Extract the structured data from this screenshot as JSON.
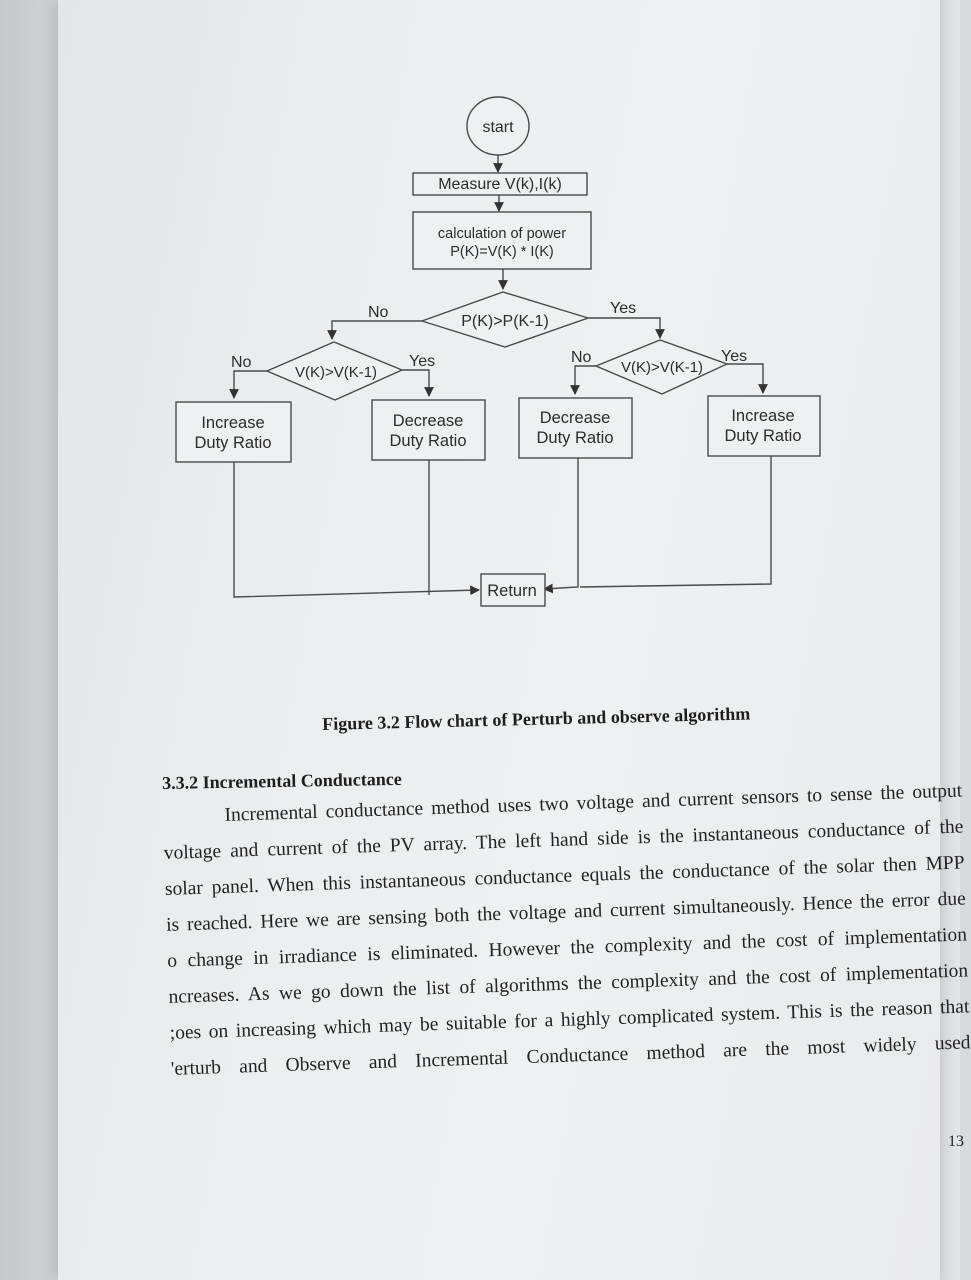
{
  "flowchart": {
    "start": "start",
    "measure": "Measure V(k),I(k)",
    "calc_line1": "calculation of power",
    "calc_line2": "P(K)=V(K) * I(K)",
    "decision_main": "P(K)>P(K-1)",
    "decision_left": "V(K)>V(K-1)",
    "decision_right": "V(K)>V(K-1)",
    "no": "No",
    "yes": "Yes",
    "box1_line1": "Increase",
    "box1_line2": "Duty Ratio",
    "box2_line1": "Decrease",
    "box2_line2": "Duty Ratio",
    "box3_line1": "Decrease",
    "box3_line2": "Duty Ratio",
    "box4_line1": "Increase",
    "box4_line2": "Duty Ratio",
    "return": "Return"
  },
  "figure_caption": "Figure 3.2 Flow chart of Perturb and observe algorithm",
  "section": {
    "heading": "3.3.2 Incremental Conductance",
    "lines": [
      "Incremental conductance method uses two voltage and current sensors to sense the output",
      "voltage and current of the PV array. The left hand side is the instantaneous conductance of the",
      "solar panel. When this instantaneous conductance equals the conductance of the solar then MPP",
      "is reached. Here we are sensing both the voltage and current simultaneously. Hence the error due",
      "o change in irradiance is eliminated. However the complexity and the cost of implementation",
      "ncreases. As we go down the list of algorithms the complexity and the cost of implementation",
      ";oes on increasing which may be suitable for a highly complicated system. This is the reason that",
      "'erturb and Observe and Incremental Conductance method are the most widely used"
    ]
  },
  "page_number": "13"
}
